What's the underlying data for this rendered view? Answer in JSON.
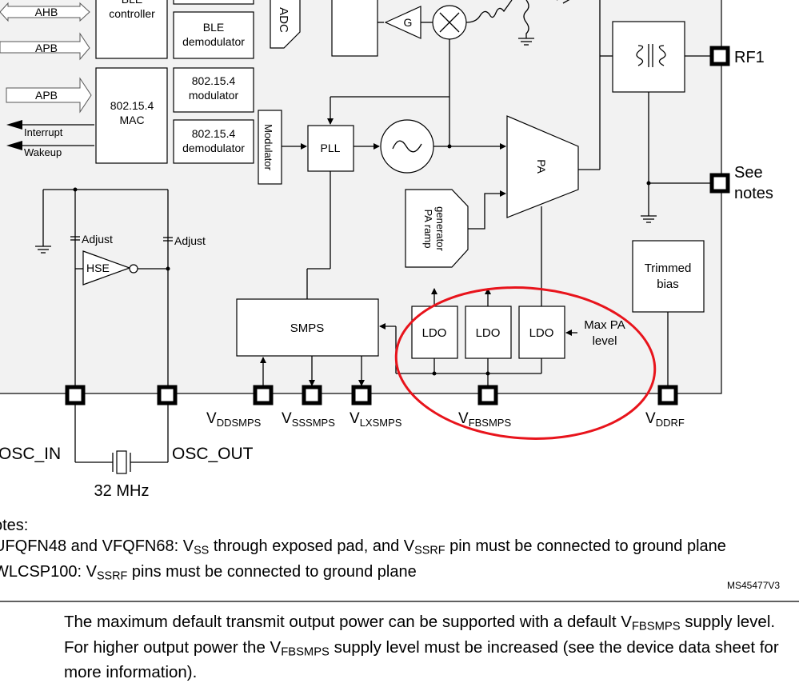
{
  "blocks": {
    "ble_controller": "BLE\ncontroller",
    "ble_demod": "BLE\ndemodulator",
    "mac": "802.15.4\nMAC",
    "mod154": "802.15.4\nmodulator",
    "demod154": "802.15.4\ndemodulator",
    "modulator": "Modulator",
    "adc": "ADC",
    "gain": "G",
    "pll": "PLL",
    "pa": "PA",
    "pa_ramp": "PA ramp\ngenerator",
    "hse": "HSE",
    "smps": "SMPS",
    "ldo1": "LDO",
    "ldo2": "LDO",
    "ldo3": "LDO",
    "max_pa_level": "Max PA\nlevel",
    "trimmed_bias": "Trimmed\nbias",
    "adjust_left": "Adjust",
    "adjust_right": "Adjust"
  },
  "buses": {
    "ahb": "AHB",
    "apb1": "APB",
    "apb2": "APB",
    "interrupt": "Interrupt",
    "wakeup": "Wakeup"
  },
  "pins": {
    "rf1": "RF1",
    "see_notes": "See\nnotes",
    "vddsmps": {
      "main": "V",
      "sub": "DDSMPS"
    },
    "vsssmps": {
      "main": "V",
      "sub": "SSSMPS"
    },
    "vlxsmps": {
      "main": "V",
      "sub": "LXSMPS"
    },
    "vfbsmps": {
      "main": "V",
      "sub": "FBSMPS"
    },
    "vddrf": {
      "main": "V",
      "sub": "DDRF"
    },
    "osc_in": "OSC_IN",
    "osc_out": "OSC_OUT",
    "crystal_freq": "32 MHz"
  },
  "notes": {
    "title": "otes:",
    "line1_a": "UFQFN48 and VFQFN68: V",
    "line1_sub1": "SS",
    "line1_b": " through exposed pad, and V",
    "line1_sub2": "SSRF",
    "line1_c": " pin must be connected to ground plane",
    "line2_a": "WLCSP100: V",
    "line2_sub": "SSRF",
    "line2_b": " pins must be connected to ground plane"
  },
  "figure_ref": "MS45477V3",
  "paragraph": {
    "p1": "The maximum default transmit output power can be supported with a default V",
    "s1": "FBSMPS",
    "p2": " supply level. For higher output power the V",
    "s2": "FBSMPS",
    "p3": " supply level must be increased (see the device data sheet for more information)."
  },
  "colors": {
    "panel": "#f2f2f2",
    "highlight_ellipse": "#e8141c"
  }
}
